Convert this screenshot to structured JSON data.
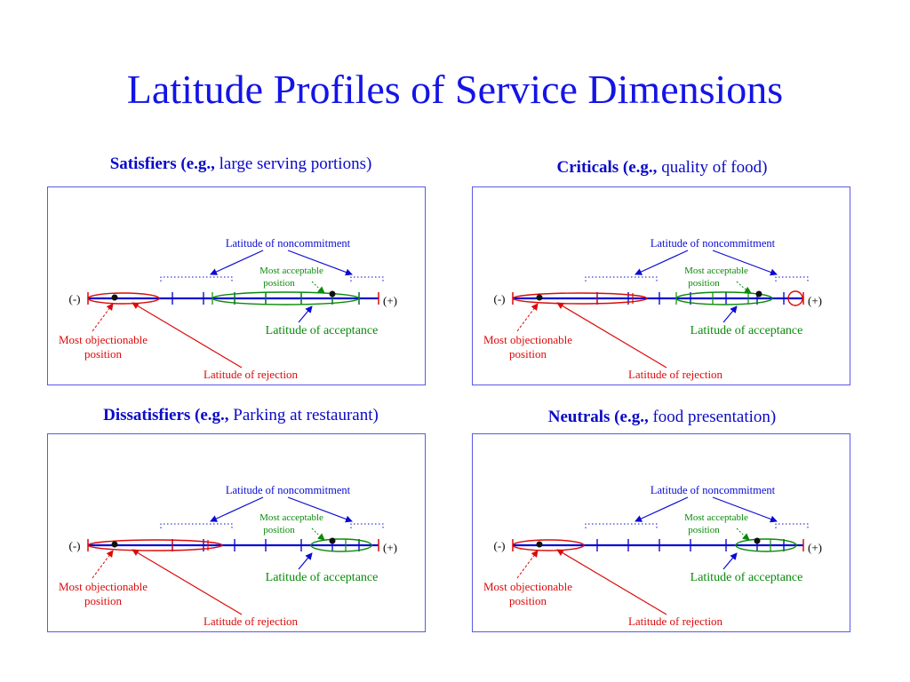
{
  "title": "Latitude Profiles of Service Dimensions",
  "colors": {
    "blue": "#0a0ad2",
    "red": "#dc0a0a",
    "green": "#0a8a0a",
    "border": "#5a5ae6",
    "title": "#1414e6"
  },
  "labels": {
    "noncommitment": "Latitude of noncommitment",
    "acceptable_line1": "Most acceptable",
    "acceptable_line2": "position",
    "acceptance": "Latitude of acceptance",
    "objectionable_line1": "Most objectionable",
    "objectionable_line2": "position",
    "rejection": "Latitude of rejection",
    "minus": "(-)",
    "plus": "(+)"
  },
  "panels": [
    {
      "heading_bold": "Satisfiers (e.g.,",
      "heading_rest": " large serving portions)",
      "acceptance_span": "wide",
      "rejection_span": "narrow",
      "has_outlier": false
    },
    {
      "heading_bold": "Criticals (e.g.,",
      "heading_rest": " quality of food)",
      "acceptance_span": "medium",
      "rejection_span": "wide",
      "has_outlier": true
    },
    {
      "heading_bold": "Dissatisfiers (e.g.,",
      "heading_rest": " Parking at restaurant)",
      "acceptance_span": "narrow",
      "rejection_span": "wide",
      "has_outlier": false
    },
    {
      "heading_bold": "Neutrals (e.g.,",
      "heading_rest": " food presentation)",
      "acceptance_span": "narrow",
      "rejection_span": "narrow",
      "has_outlier": false
    }
  ]
}
